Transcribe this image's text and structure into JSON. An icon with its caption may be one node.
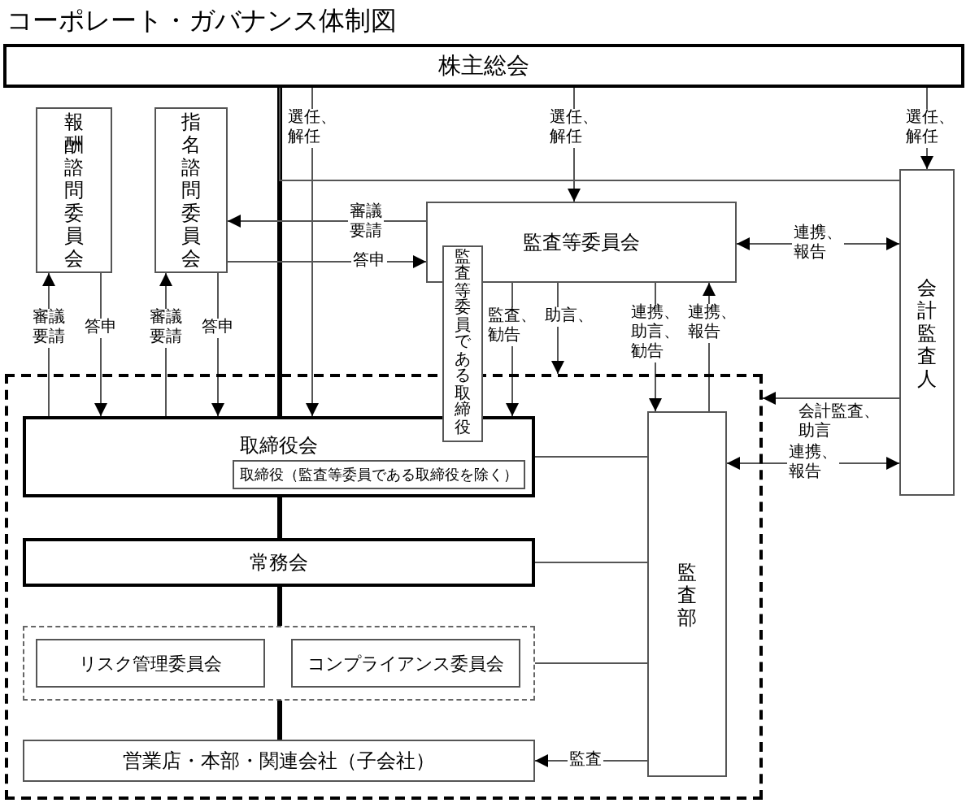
{
  "diagram": {
    "title": "コーポレート・ガバナンス体制図",
    "nodes": [
      {
        "text": [
          "株主総会"
        ]
      },
      {
        "text": [
          "報酬諮問委員会"
        ]
      },
      {
        "text": [
          "指名諮問委員会"
        ]
      },
      {
        "text": [
          "監査等委員会"
        ]
      },
      {
        "text": [
          "監査等委員である取締役"
        ]
      },
      {
        "text": [
          "会計監査人"
        ]
      },
      {
        "text": [],
        "shape": "box"
      },
      {
        "text": [
          "取締役会"
        ],
        "in": 6
      },
      {
        "text": [
          "取締役（監査等委員である取締役を除く）"
        ],
        "in": 7
      },
      {
        "text": [
          "常務会"
        ],
        "in": 6
      },
      {
        "text": [],
        "shape": "box",
        "in": 6
      },
      {
        "text": [
          "リスク管理委員会"
        ],
        "in": 10
      },
      {
        "text": [
          "コンプライアンス委員会"
        ],
        "in": 10
      },
      {
        "text": [
          "営業店・本部・関連会社（子会社）"
        ],
        "in": 6
      },
      {
        "text": [
          "監査部"
        ],
        "in": 6
      }
    ],
    "edges": [
      {
        "from": 0,
        "to": 7,
        "arrow": "none",
        "style": "thick"
      },
      {
        "from": 0,
        "to": 5,
        "arrow": "none"
      },
      {
        "from": 0,
        "to": 7,
        "arrow": "to",
        "label": "選任、解任"
      },
      {
        "from": 0,
        "to": 3,
        "arrow": "to",
        "label": "選任、解任"
      },
      {
        "from": 0,
        "to": 5,
        "arrow": "to",
        "label": "選任、解任"
      },
      {
        "from": 3,
        "to": 2,
        "arrow": "to",
        "label": "審議要請"
      },
      {
        "from": 2,
        "to": 3,
        "arrow": "to",
        "label": "答申"
      },
      {
        "from": 7,
        "to": 1,
        "arrow": "to",
        "label": "審議要請"
      },
      {
        "from": 1,
        "to": 7,
        "arrow": "to",
        "label": "答申"
      },
      {
        "from": 7,
        "to": 2,
        "arrow": "to",
        "label": "審議要請"
      },
      {
        "from": 2,
        "to": 7,
        "arrow": "to",
        "label": "答申"
      },
      {
        "from": 3,
        "to": 7,
        "arrow": "to",
        "label": "監査、勧告"
      },
      {
        "from": 3,
        "to": 6,
        "arrow": "to",
        "label": "助言、"
      },
      {
        "from": 3,
        "to": 14,
        "arrow": "to",
        "label": "連携、助言、勧告"
      },
      {
        "from": 14,
        "to": 3,
        "arrow": "to",
        "label": "連携、報告"
      },
      {
        "from": 3,
        "to": 5,
        "arrow": "both",
        "label": "連携、報告"
      },
      {
        "from": 5,
        "to": 6,
        "arrow": "to",
        "label": "会計監査、助言"
      },
      {
        "from": 14,
        "to": 5,
        "arrow": "both",
        "label": "連携、報告"
      },
      {
        "from": 7,
        "to": 9,
        "arrow": "none",
        "style": "thick"
      },
      {
        "from": 9,
        "to": 10,
        "arrow": "none",
        "style": "thick"
      },
      {
        "from": 10,
        "to": 13,
        "arrow": "none",
        "style": "thick"
      },
      {
        "from": 14,
        "to": 7,
        "arrow": "none"
      },
      {
        "from": 14,
        "to": 9,
        "arrow": "none"
      },
      {
        "from": 14,
        "to": 10,
        "arrow": "none"
      },
      {
        "from": 14,
        "to": 13,
        "arrow": "to",
        "label": "監査"
      }
    ]
  }
}
